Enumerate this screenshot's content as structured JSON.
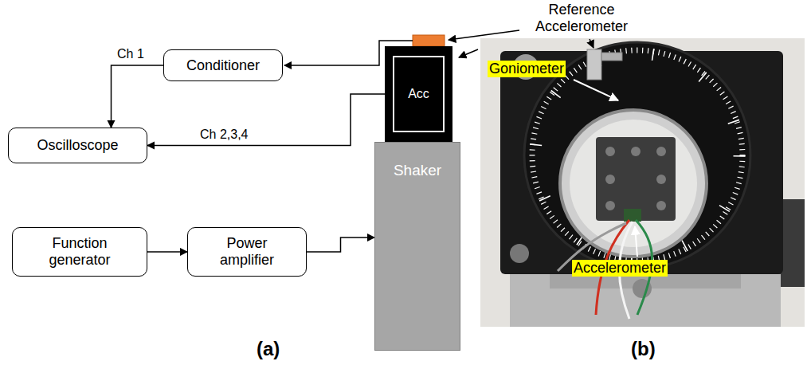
{
  "diagram": {
    "nodes": [
      {
        "text": [
          "Conditioner"
        ]
      },
      {
        "text": [
          "Oscilloscope"
        ]
      },
      {
        "text": [
          "Function generator"
        ]
      },
      {
        "text": [
          "Power amplifier"
        ]
      },
      {
        "text": [
          "Shaker"
        ]
      },
      {
        "text": [
          "Acc"
        ]
      }
    ],
    "edges": [
      {
        "from": 0,
        "to": 1,
        "arrow": "to",
        "label": "Ch 1"
      },
      {
        "from": 5,
        "to": 1,
        "arrow": "to",
        "label": "Ch 2,3,4"
      },
      {
        "from": 2,
        "to": 3,
        "arrow": "to"
      },
      {
        "from": 3,
        "to": 4,
        "arrow": "to"
      }
    ],
    "labels": [
      "Reference Accelerometer",
      "Goniometer",
      "Accelerometer",
      "(a)",
      "(b)"
    ]
  }
}
